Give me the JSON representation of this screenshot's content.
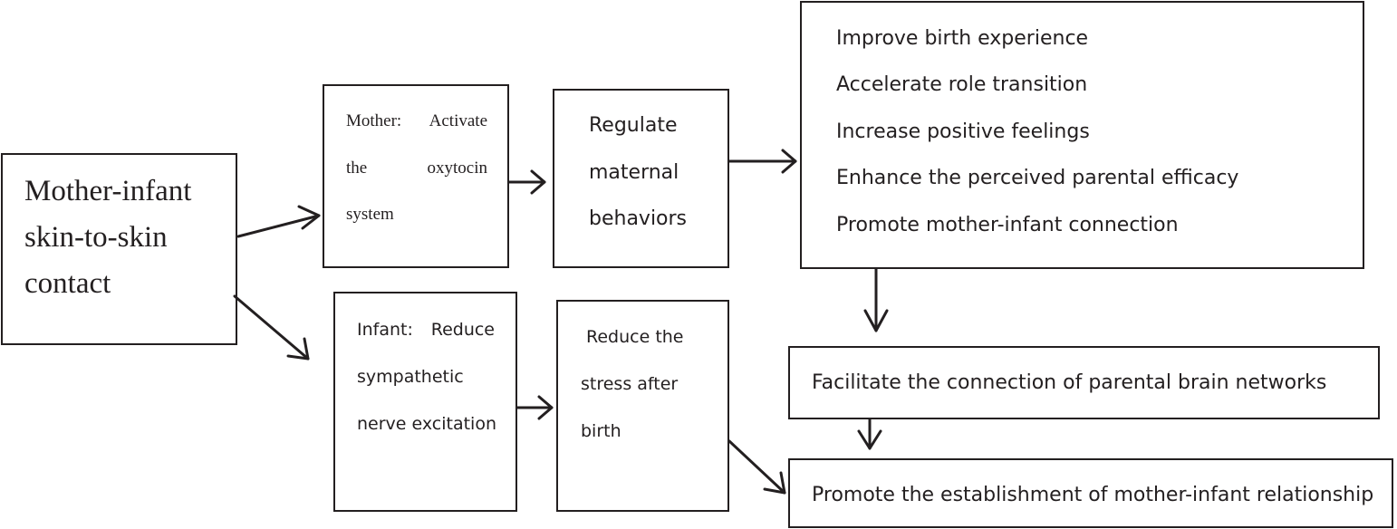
{
  "diagram": {
    "source": {
      "lines": [
        "Mother-infant",
        "skin-to-skin",
        "contact"
      ]
    },
    "mother_box": {
      "lines": [
        [
          "Mother:",
          "Activate"
        ],
        [
          "the",
          "oxytocin"
        ],
        [
          "system"
        ]
      ]
    },
    "infant_box": {
      "lines": [
        [
          "Infant:",
          "Reduce"
        ],
        [
          "sympathetic"
        ],
        [
          "nerve excitation"
        ]
      ]
    },
    "regulate_box": {
      "lines": [
        "Regulate",
        "maternal",
        "behaviors"
      ]
    },
    "stress_box": {
      "lines": [
        "Reduce the",
        "stress after",
        "birth"
      ]
    },
    "outcomes_box": {
      "items": [
        "Improve birth experience",
        "Accelerate role transition",
        "Increase positive feelings",
        "Enhance the perceived parental efficacy",
        "Promote mother-infant connection"
      ]
    },
    "brain_box": {
      "text": "Facilitate the connection of parental brain networks"
    },
    "relationship_box": {
      "text": "Promote the establishment of mother-infant relationship"
    }
  }
}
